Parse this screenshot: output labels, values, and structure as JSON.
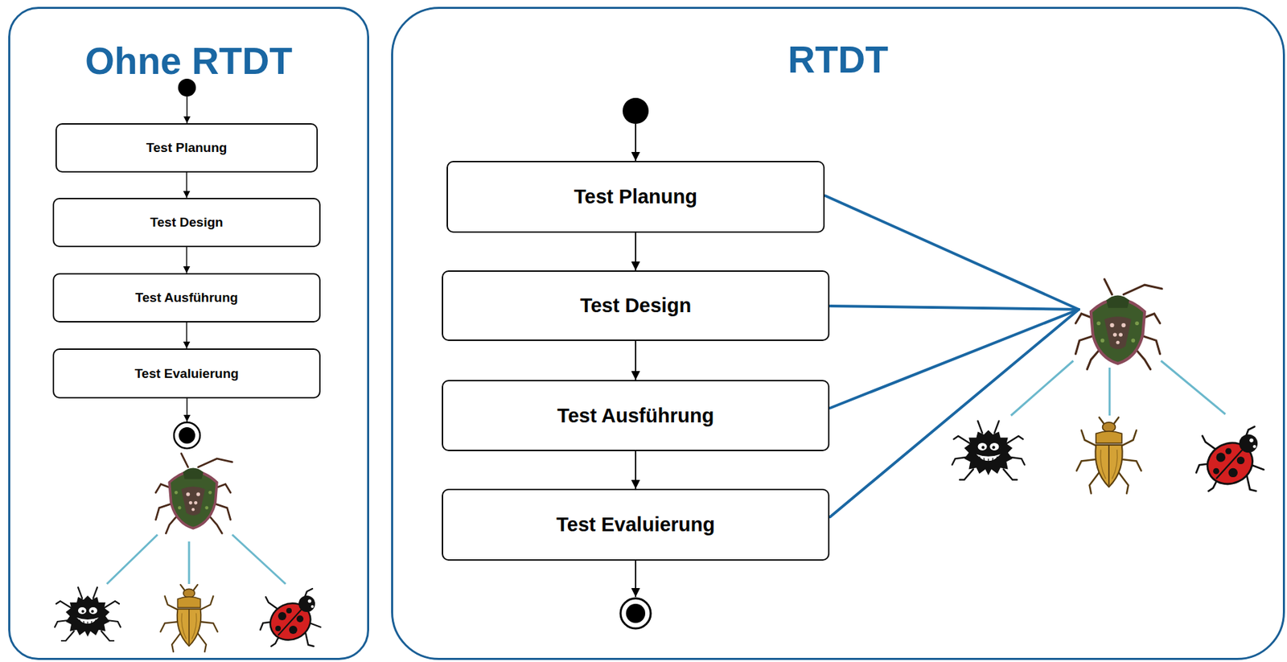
{
  "diagram": {
    "nodes": [
      {
        "text": [
          "Ohne RTDT"
        ]
      },
      {
        "text": [
          "Test Planung"
        ],
        "in": 0
      },
      {
        "text": [
          "Test Design"
        ],
        "in": 0
      },
      {
        "text": [
          "Test Ausführung"
        ],
        "in": 0
      },
      {
        "text": [
          "Test Evaluierung"
        ],
        "in": 0
      },
      {
        "text": [
          "RTDT"
        ]
      },
      {
        "text": [
          "Test Planung"
        ],
        "in": 5
      },
      {
        "text": [
          "Test Design"
        ],
        "in": 5
      },
      {
        "text": [
          "Test Ausführung"
        ],
        "in": 5
      },
      {
        "text": [
          "Test Evaluierung"
        ],
        "in": 5
      }
    ],
    "edges": [
      {
        "from": 1,
        "to": 2,
        "arrow": "to"
      },
      {
        "from": 2,
        "to": 3,
        "arrow": "to"
      },
      {
        "from": 3,
        "to": 4,
        "arrow": "to"
      },
      {
        "from": 6,
        "to": 7,
        "arrow": "to"
      },
      {
        "from": 7,
        "to": 8,
        "arrow": "to"
      },
      {
        "from": 8,
        "to": 9,
        "arrow": "to"
      }
    ]
  }
}
